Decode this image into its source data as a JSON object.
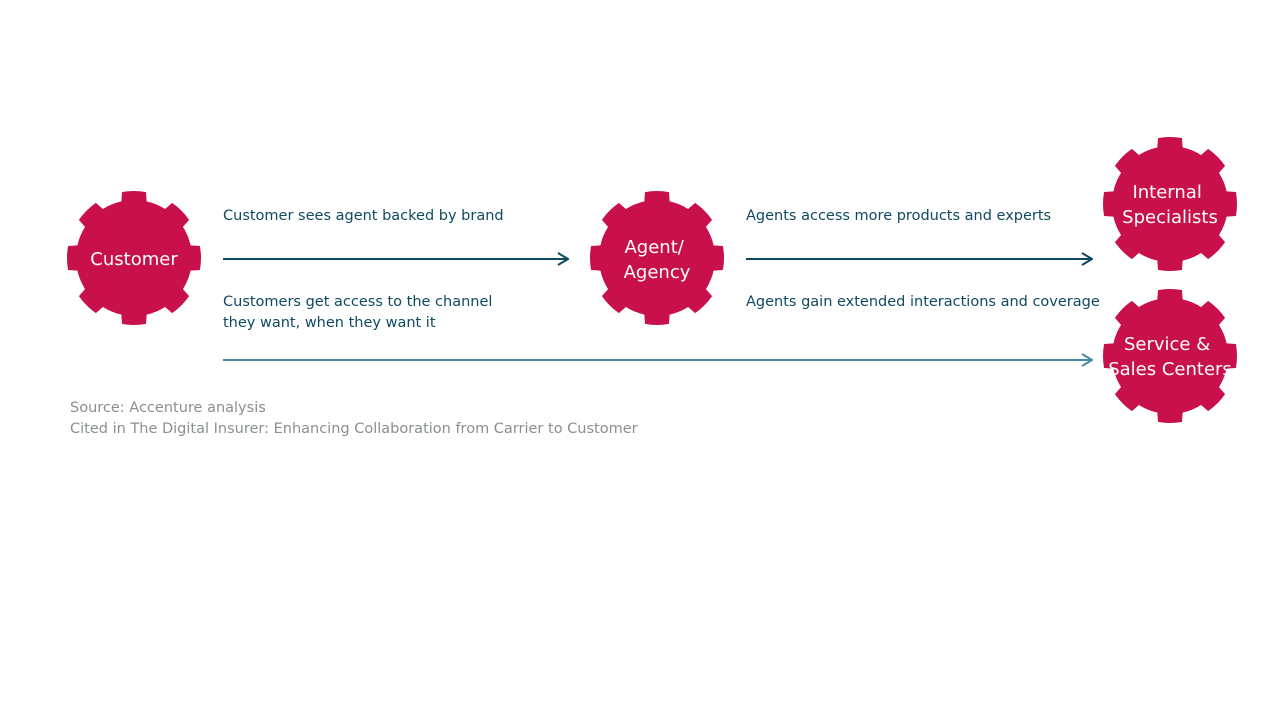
{
  "colors": {
    "gear_fill": "#c8104a",
    "arrow_dark": "#0f4a60",
    "arrow_light": "#4a8aa3",
    "label_text": "#0f4a60",
    "source_text": "#8a8f92",
    "gear_text": "#ffffff"
  },
  "nodes": {
    "customer": {
      "lines": [
        "Customer"
      ]
    },
    "agent": {
      "lines": [
        "Agent/",
        "Agency"
      ]
    },
    "specialists": {
      "lines": [
        "Internal",
        "Specialists"
      ]
    },
    "service": {
      "lines": [
        "Service &",
        "Sales Centers"
      ]
    }
  },
  "edges": {
    "customer_agent_label": "Customer sees agent backed by brand",
    "customer_service_label_line1": "Customers get access to the channel",
    "customer_service_label_line2": "they want, when they want it",
    "agent_specialists_label": "Agents access more products and experts",
    "agent_service_label": "Agents gain extended interactions and coverage"
  },
  "source": {
    "line1": "Source: Accenture analysis",
    "line2": "Cited in The Digital Insurer: Enhancing Collaboration from Carrier to Customer"
  }
}
